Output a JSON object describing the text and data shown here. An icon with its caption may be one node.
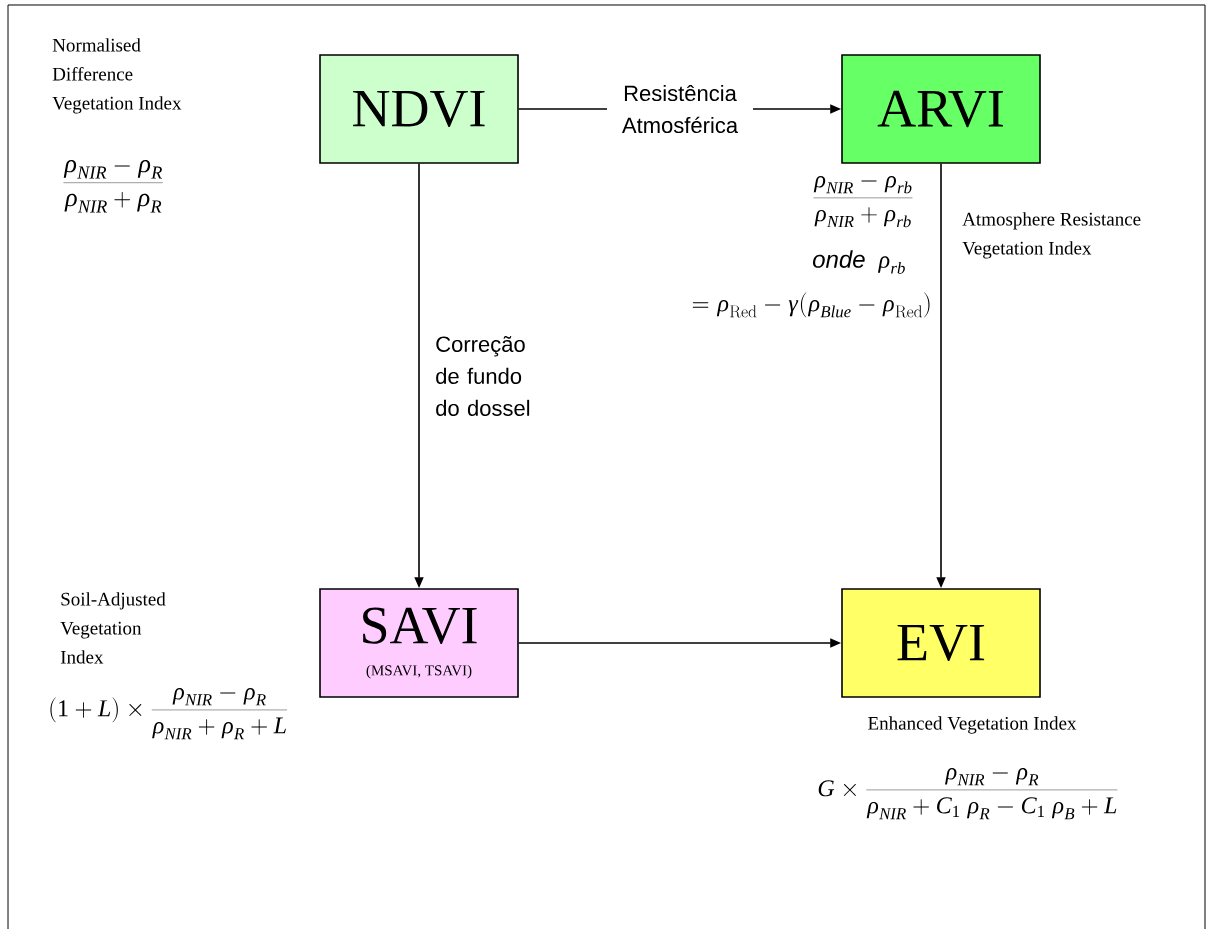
{
  "diagram": {
    "nodes": [
      {
        "text": [
          "NDVI"
        ]
      },
      {
        "text": [
          "ARVI"
        ],
        "beside": [
          "Atmosphere Resistance Vegetation Index",
          "\\frac{\\rho_{NIR}-\\rho_{rb}}{\\rho_{NIR}+\\rho_{rb}}",
          "\\mbox{\\sffamily\\itshape onde}\\ \\ \\rho_{rb}",
          "=\\rho_{\\mathrm{Red}}-\\gamma(\\rho_{Blue}-\\rho_{\\mathrm{Red}})"
        ]
      },
      {
        "text": [
          "SAVI",
          "(MSAVI, TSAVI)"
        ],
        "beside": [
          "Soil-Adjusted Vegetation Index",
          "(1+L)\\times\\frac{\\rho_{NIR}-\\rho_{R}}{\\rho_{NIR}+\\rho_{R}+L}"
        ]
      },
      {
        "text": [
          "EVI"
        ],
        "beside": [
          "Enhanced Vegetation Index",
          "G\\times\\frac{\\rho_{NIR}-\\rho_{R}}{\\rho_{NIR}+C_{1}\\ \\rho_{R}-C_{1}\\ \\rho_{B}+L}"
        ]
      }
    ],
    "edges": [
      {
        "from": 0,
        "to": 1,
        "arrow": "to",
        "label": "Resistência Atmosférica"
      },
      {
        "from": 0,
        "to": 2,
        "arrow": "to",
        "label": "Correção de fundo do dossel"
      },
      {
        "from": 1,
        "to": 3,
        "arrow": "to"
      },
      {
        "from": 2,
        "to": 3,
        "arrow": "to"
      }
    ],
    "labels": [
      "Normalised Difference Vegetation Index",
      "\\frac{\\rho_{NIR}-\\rho_{R}}{\\rho_{NIR}+\\rho_{R}}"
    ]
  }
}
